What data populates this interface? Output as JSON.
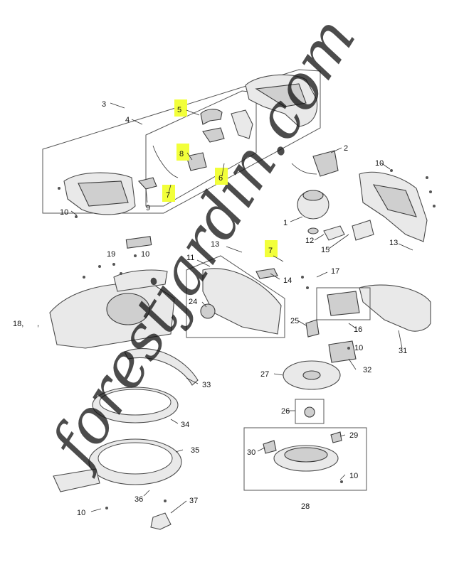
{
  "watermark": {
    "text": "forestjardin.com",
    "colors": {
      "green": "#b9dc86",
      "orange": "#f5b24a",
      "tan": "#cfc0a8"
    }
  },
  "highlight_color": "#f2ff3a",
  "callouts": {
    "c1": "1",
    "c2": "2",
    "c3": "3",
    "c4": "4",
    "c5": "5",
    "c6": "6",
    "c7a": "7",
    "c7b": "7",
    "c8": "8",
    "c9": "9",
    "c10a": "10",
    "c10b": "10",
    "c10c": "10",
    "c10d": "10",
    "c10e": "10",
    "c10f": "10",
    "c11": "11",
    "c12": "12",
    "c13a": "13",
    "c13b": "13",
    "c14": "14",
    "c15": "15",
    "c16": "16",
    "c17": "17",
    "c18": "18,",
    "c18b": ",",
    "c19": "19",
    "c24": "24",
    "c25": "25",
    "c26": "26",
    "c27": "27",
    "c28": "28",
    "c29": "29",
    "c30": "30",
    "c31": "31",
    "c32": "32",
    "c33": "33",
    "c34": "34",
    "c35": "35",
    "c36": "36",
    "c37": "37"
  }
}
